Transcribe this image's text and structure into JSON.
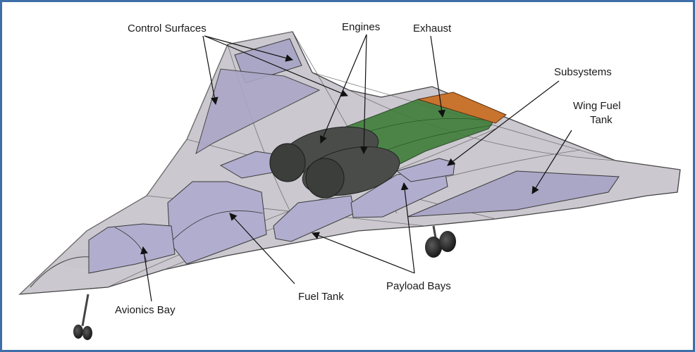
{
  "labels": {
    "control_surfaces": "Control Surfaces",
    "engines": "Engines",
    "exhaust": "Exhaust",
    "subsystems": "Subsystems",
    "wing_fuel_line1": "Wing Fuel",
    "wing_fuel_line2": "Tank",
    "avionics_bay": "Avionics Bay",
    "fuel_tank": "Fuel Tank",
    "payload_bays": "Payload Bays"
  },
  "colors": {
    "airframe": "#c9c6cd",
    "airframe_stroke": "#3a3a3a",
    "control_surface": "#aaa6c6",
    "bay_blocks": "#b0adce",
    "engine": "#3c3e3c",
    "exhaust_duct": "#3f7d3a",
    "exhaust_nozzle": "#c8732e",
    "frame_border": "#3f6fa8"
  }
}
